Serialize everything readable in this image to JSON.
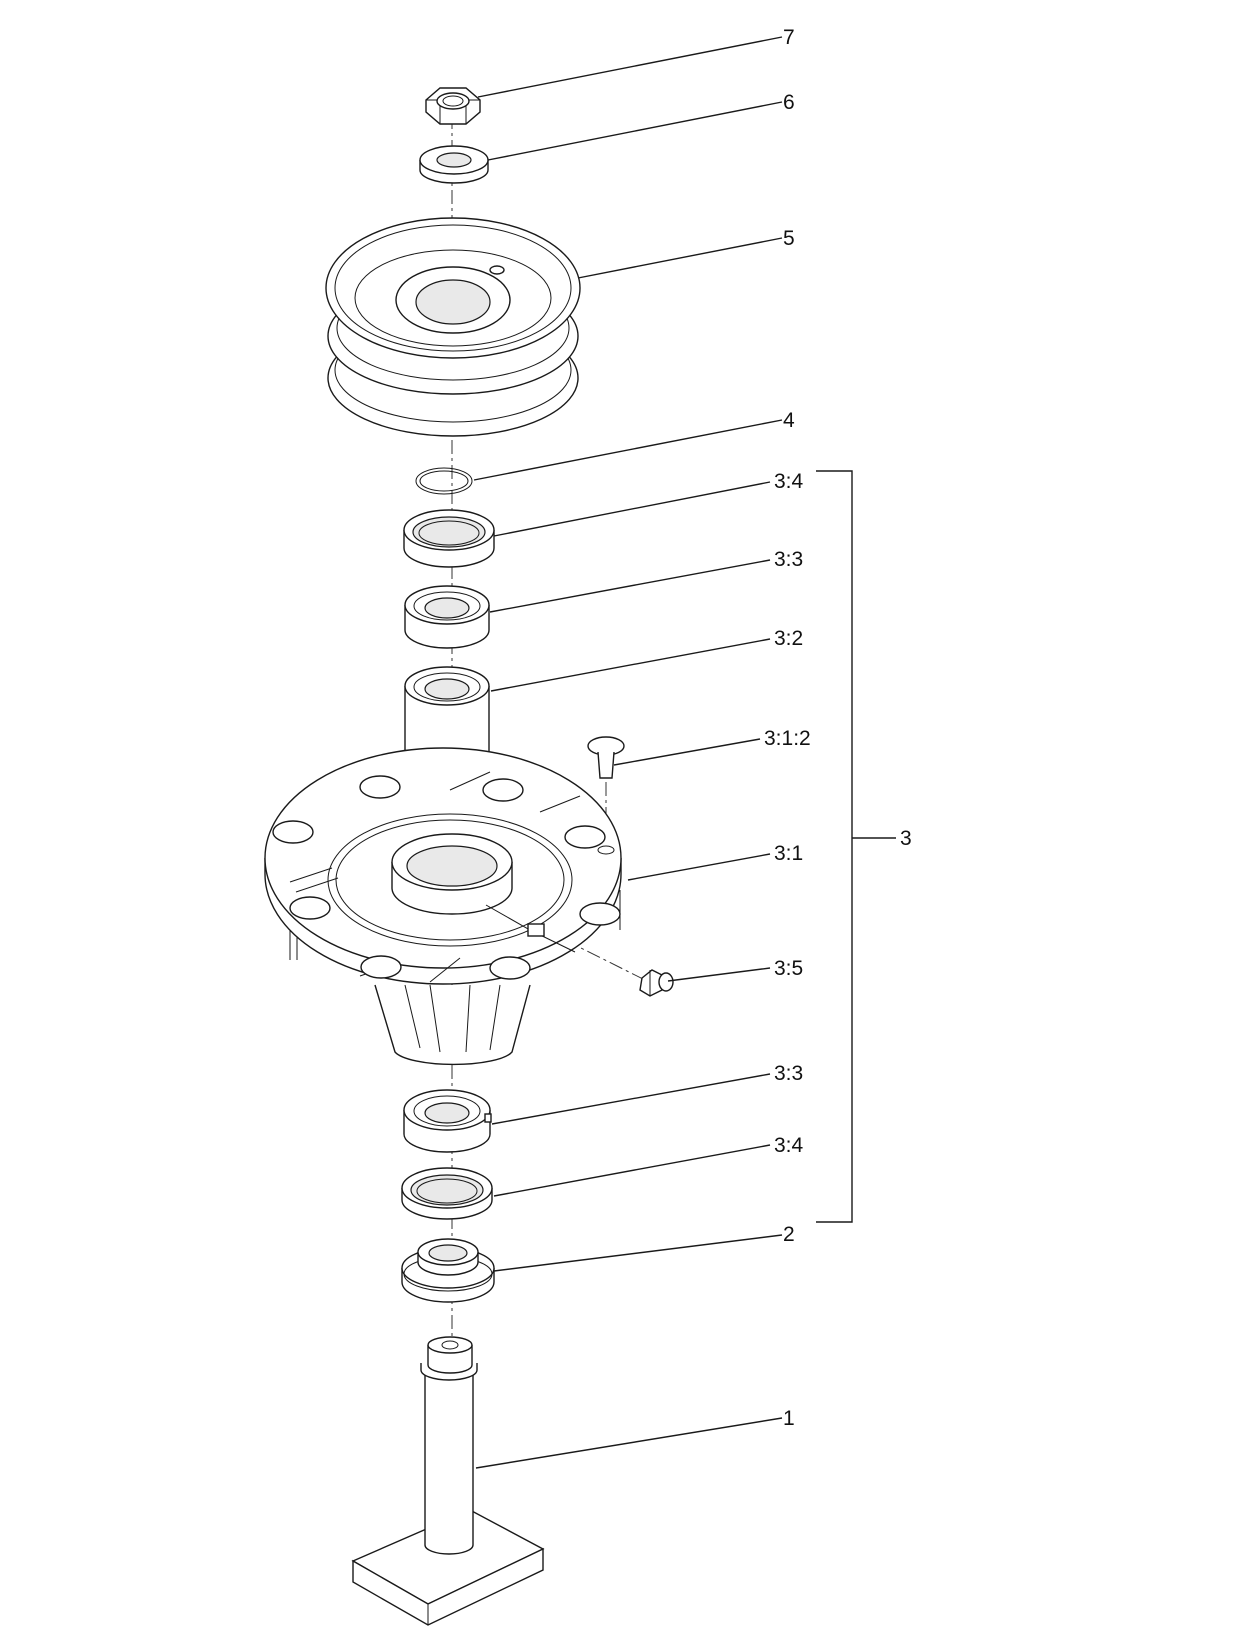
{
  "diagram": {
    "callouts": [
      {
        "id": "c7",
        "label": "7"
      },
      {
        "id": "c6",
        "label": "6"
      },
      {
        "id": "c5",
        "label": "5"
      },
      {
        "id": "c4",
        "label": "4"
      },
      {
        "id": "c34a",
        "label": "3:4"
      },
      {
        "id": "c33a",
        "label": "3:3"
      },
      {
        "id": "c32",
        "label": "3:2"
      },
      {
        "id": "c312",
        "label": "3:1:2"
      },
      {
        "id": "c31",
        "label": "3:1"
      },
      {
        "id": "c35",
        "label": "3:5"
      },
      {
        "id": "c33b",
        "label": "3:3"
      },
      {
        "id": "c34b",
        "label": "3:4"
      },
      {
        "id": "c2",
        "label": "2"
      },
      {
        "id": "c1",
        "label": "1"
      },
      {
        "id": "c3",
        "label": "3"
      }
    ]
  }
}
